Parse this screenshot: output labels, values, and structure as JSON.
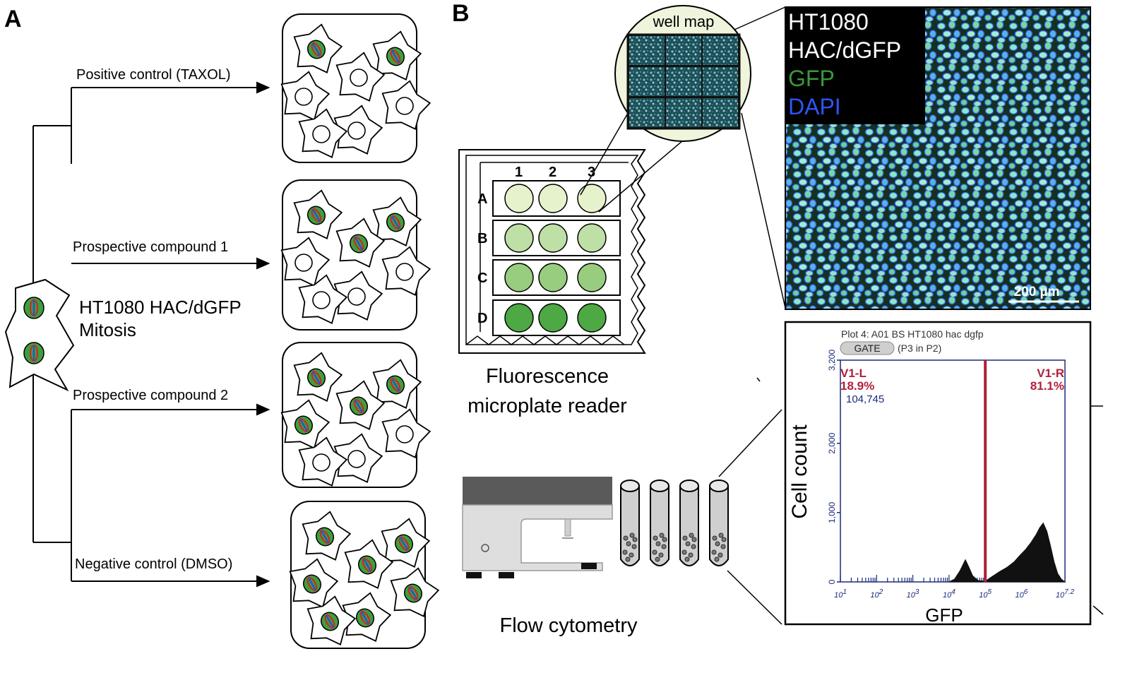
{
  "panel_a": {
    "label": "A",
    "cell_line_line1": "HT1080 HAC/dGFP",
    "cell_line_line2": "Mitosis",
    "branches": [
      {
        "label": "Positive control (TAXOL)",
        "mitotic_cells": 2
      },
      {
        "label": "Prospective compound 1",
        "mitotic_cells": 3
      },
      {
        "label": "Prospective compound 2",
        "mitotic_cells": 4
      },
      {
        "label": "Negative control (DMSO)",
        "mitotic_cells": 7
      }
    ]
  },
  "panel_b": {
    "label": "B",
    "well_map_label": "well map",
    "plate": {
      "columns": [
        "1",
        "2",
        "3"
      ],
      "rows": [
        "A",
        "B",
        "C",
        "D"
      ],
      "row_colors": [
        "#e6f2cc",
        "#bedfa6",
        "#98cd80",
        "#4ea844"
      ]
    },
    "plate_reader_line1": "Fluorescence",
    "plate_reader_line2": "microplate reader",
    "microscopy": {
      "line1": "HT1080",
      "line2": "HAC/dGFP",
      "line3": "GFP",
      "line4": "DAPI",
      "scale_bar": "200 µm",
      "colors": {
        "gfp": "#3a9a3a",
        "dapi": "#2d55ff"
      }
    },
    "flow_label": "Flow cytometry",
    "histogram": {
      "title": "Plot 4: A01 BS HT1080 hac dgfp",
      "gate_badge": "GATE",
      "gate_text": "(P3 in P2)",
      "left_gate_name": "V1-L",
      "left_gate_pct": "18.9%",
      "left_gate_count": "104,745",
      "right_gate_name": "V1-R",
      "right_gate_pct": "81.1%",
      "gate_color": "#b0203a"
    }
  },
  "chart_data": {
    "type": "area",
    "xlabel": "GFP",
    "ylabel": "Cell count",
    "x_scale": "log",
    "xlim": [
      1,
      7.2
    ],
    "ylim": [
      0,
      3200
    ],
    "y_ticks": [
      {
        "value": 0,
        "label": "0"
      },
      {
        "value": 1000,
        "label": "1,000"
      },
      {
        "value": 2000,
        "label": "2,000"
      },
      {
        "value": 3200,
        "label": "3,200"
      }
    ],
    "x_ticks": [
      {
        "value": 1,
        "label": "10^1"
      },
      {
        "value": 2,
        "label": "10^2"
      },
      {
        "value": 3,
        "label": "10^3"
      },
      {
        "value": 4,
        "label": "10^4"
      },
      {
        "value": 5,
        "label": "10^5"
      },
      {
        "value": 6,
        "label": "10^6"
      },
      {
        "value": 7.2,
        "label": "10^7.2"
      }
    ],
    "gate_divider_x": 5.0,
    "x": [
      4.0,
      4.15,
      4.3,
      4.45,
      4.55,
      4.65,
      4.8,
      5.0,
      5.2,
      5.4,
      5.6,
      5.8,
      5.95,
      6.1,
      6.25,
      6.4,
      6.5,
      6.6,
      6.7,
      6.8,
      6.9,
      7.0,
      7.1,
      7.2
    ],
    "y": [
      0,
      40,
      160,
      320,
      210,
      90,
      20,
      10,
      80,
      150,
      210,
      290,
      380,
      460,
      560,
      680,
      780,
      850,
      730,
      520,
      290,
      120,
      40,
      0
    ]
  }
}
